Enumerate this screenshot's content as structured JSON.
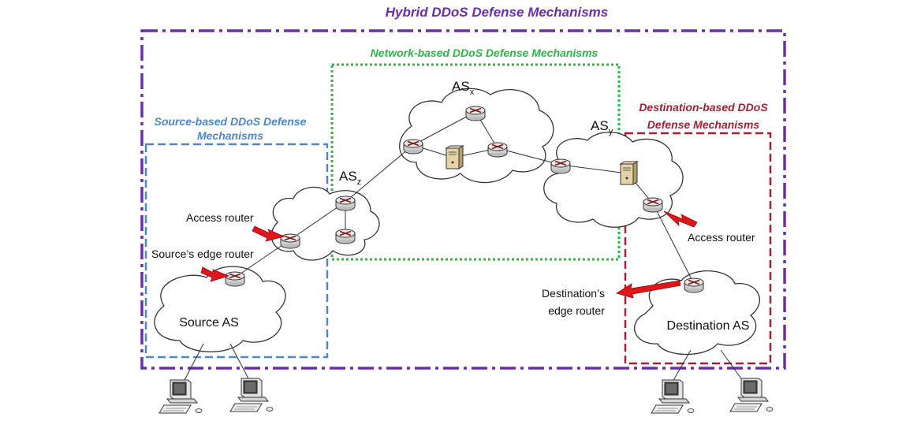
{
  "regions": {
    "hybrid": "Hybrid DDoS Defense Mechanisms",
    "network": "Network-based DDoS Defense Mechanisms",
    "source_line1": "Source-based DDoS Defense",
    "source_line2": "Mechanisms",
    "dest_line1": "Destination-based DDoS",
    "dest_line2": "Defense Mechanisms"
  },
  "as_labels": {
    "x_main": "AS",
    "x_sub": "x",
    "y_main": "AS",
    "y_sub": "y",
    "z_main": "AS",
    "z_sub": "z",
    "source": "Source AS",
    "destination": "Destination AS"
  },
  "labels": {
    "src_access_router": "Access router",
    "src_edge_router": "Source’s edge router",
    "dst_access_router": "Access router",
    "dst_edge_router_line1": "Destination’s",
    "dst_edge_router_line2": "edge router"
  },
  "colors": {
    "hybrid": "#6a2ea6",
    "network": "#2fb44a",
    "source": "#4f86c6",
    "destination": "#9b2335",
    "arrow": "#e0161b"
  }
}
